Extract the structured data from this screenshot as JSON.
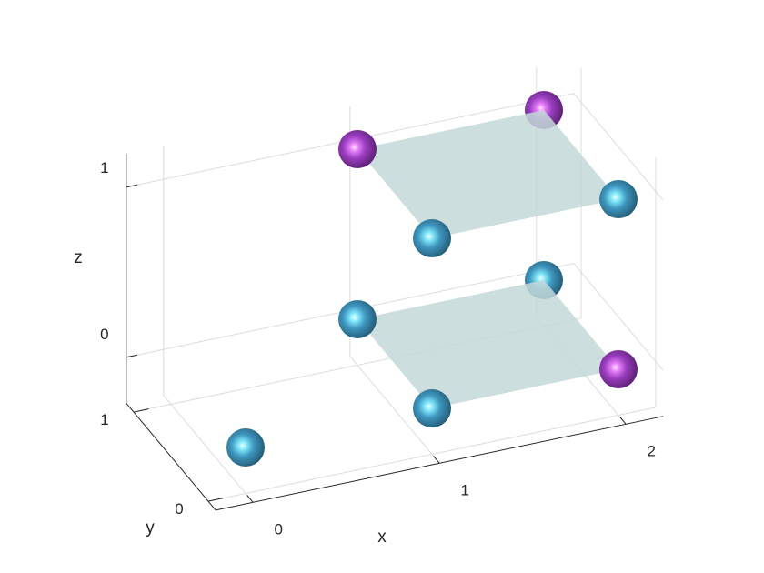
{
  "chart_data": {
    "type": "scatter3d",
    "xlabel": "x",
    "ylabel": "y",
    "zlabel": "z",
    "xlim": [
      -0.2,
      2.2
    ],
    "ylim": [
      -0.1,
      1.1
    ],
    "zlim": [
      -0.27,
      1.2
    ],
    "xticks": [
      "0",
      "1",
      "2"
    ],
    "yticks": [
      "0",
      "1"
    ],
    "zticks": [
      "0",
      "1"
    ],
    "grid": true,
    "colors": {
      "cyan": "#3b8db3",
      "magenta": "#9a3dbf",
      "plane": "#c3d8d8"
    },
    "planes": [
      {
        "z": 0,
        "x": [
          1,
          2
        ],
        "y": [
          0,
          1
        ]
      },
      {
        "z": 1,
        "x": [
          1,
          2
        ],
        "y": [
          0,
          1
        ]
      }
    ],
    "points": [
      {
        "x": 0,
        "y": 0,
        "z": 0,
        "color": "cyan"
      },
      {
        "x": 1,
        "y": 0,
        "z": 0,
        "color": "cyan"
      },
      {
        "x": 2,
        "y": 0,
        "z": 0,
        "color": "magenta"
      },
      {
        "x": 1,
        "y": 1,
        "z": 0,
        "color": "cyan"
      },
      {
        "x": 2,
        "y": 1,
        "z": 0,
        "color": "cyan"
      },
      {
        "x": 1,
        "y": 0,
        "z": 1,
        "color": "cyan"
      },
      {
        "x": 2,
        "y": 0,
        "z": 1,
        "color": "cyan"
      },
      {
        "x": 1,
        "y": 1,
        "z": 1,
        "color": "magenta"
      },
      {
        "x": 2,
        "y": 1,
        "z": 1,
        "color": "magenta"
      }
    ]
  }
}
